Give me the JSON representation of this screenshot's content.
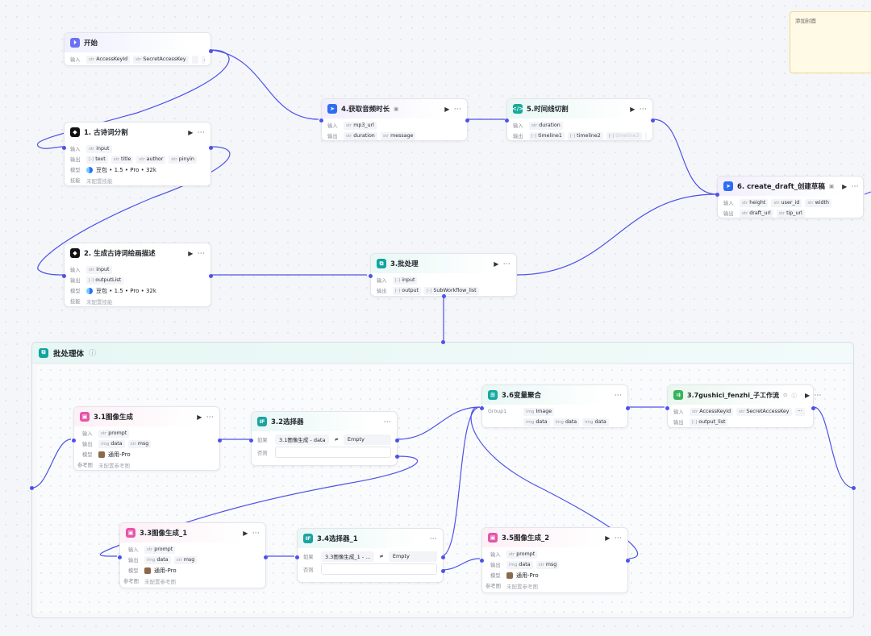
{
  "note": {
    "text": "添加封面"
  },
  "batch_container": {
    "title": "批处理体",
    "info_icon": "info-icon"
  },
  "labels": {
    "input": "输入",
    "output": "输出",
    "model": "模型",
    "skill": "技能",
    "ref": "参考图",
    "if": "如果",
    "else": "否则",
    "ne": "≠"
  },
  "nodes": {
    "start": {
      "title": "开始",
      "inputs": [
        "AccessKeyId",
        "SecretAccessKey"
      ],
      "more": "..."
    },
    "n1": {
      "title": "1. 古诗词分割",
      "input": "input",
      "outputs": [
        "text",
        "title",
        "author",
        "pinyin"
      ],
      "model": "豆包 • 1.5 • Pro • 32k",
      "skill": "未配置技能"
    },
    "n2": {
      "title": "2. 生成古诗词绘画描述",
      "input": "input",
      "output": "outputList",
      "model": "豆包 • 1.5 • Pro • 32k",
      "skill": "未配置技能"
    },
    "n4": {
      "title": "4.获取音频时长",
      "input": "mp3_url",
      "outputs": [
        "duration",
        "message"
      ]
    },
    "n5": {
      "title": "5.时间线切割",
      "input": "duration",
      "outputs": [
        "timeline1",
        "timeline2",
        "timeline3"
      ],
      "more": "..."
    },
    "n6": {
      "title": "6. create_draft_创建草稿",
      "inputs": [
        "height",
        "user_id",
        "width"
      ],
      "outputs": [
        "draft_url",
        "tip_url"
      ]
    },
    "n3": {
      "title": "3.批处理",
      "input": "input",
      "outputs": [
        "output",
        "SubWorkflow_list"
      ]
    },
    "n31": {
      "title": "3.1图像生成",
      "input": "prompt",
      "outputs": [
        "data",
        "msg"
      ],
      "model": "通用-Pro",
      "ref": "未配置参考图"
    },
    "n32": {
      "title": "3.2选择器",
      "cond_left": "3.1图像生成 - data",
      "cond_right": "Empty"
    },
    "n36": {
      "title": "3.6变量聚合",
      "group": "Group1",
      "var": "Image",
      "items": [
        "data",
        "data",
        "data"
      ]
    },
    "n37": {
      "title": "3.7gushici_fenzhi_子工作流",
      "inputs": [
        "AccessKeyId",
        "SecretAccessKey"
      ],
      "output": "output_list"
    },
    "n33": {
      "title": "3.3图像生成_1",
      "input": "prompt",
      "outputs": [
        "data",
        "msg"
      ],
      "model": "通用-Pro",
      "ref": "未配置参考图"
    },
    "n34": {
      "title": "3.4选择器_1",
      "cond_left": "3.3图像生成_1 - ...",
      "cond_right": "Empty"
    },
    "n35": {
      "title": "3.5图像生成_2",
      "input": "prompt",
      "outputs": [
        "data",
        "msg"
      ],
      "model": "通用-Pro",
      "ref": "未配置参考图"
    }
  },
  "glyphs": {
    "run": "▶",
    "more": "···",
    "str": "str",
    "arr": "[-]",
    "img": "img",
    "obj": "{x}",
    "time": "⊙",
    "intl": "ⓘ"
  },
  "colors": {
    "edge": "#4d53e8",
    "image_node": "#e455a8",
    "batch_node": "#13a3a0",
    "plugin_node": "#2e6cf6",
    "workflow_node": "#35b45a"
  }
}
